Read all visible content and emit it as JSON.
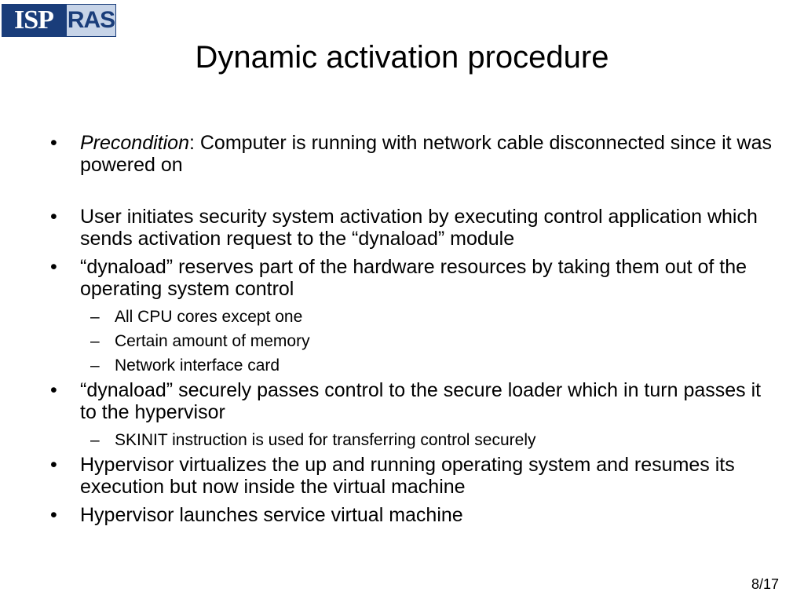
{
  "logo": {
    "left": "ISP",
    "right": "RAS"
  },
  "title": "Dynamic activation procedure",
  "bullets": [
    {
      "lead_italic": "Precondition",
      "text": ": Computer is running with network cable disconnected since it was powered on"
    },
    {
      "text": "User initiates security system activation by executing control application which sends activation request to the “dynaload” module"
    },
    {
      "text": "“dynaload” reserves part of the hardware resources by taking them out of the operating system control",
      "subs": [
        "All CPU cores except one",
        "Certain amount of memory",
        "Network interface card"
      ]
    },
    {
      "text": "“dynaload” securely passes control to the secure loader which in turn passes it to the hypervisor",
      "subs": [
        "SKINIT instruction is used for transferring control securely"
      ]
    },
    {
      "text": "Hypervisor virtualizes the up and running operating system and resumes its execution but now inside the virtual machine"
    },
    {
      "text": "Hypervisor launches service virtual machine"
    }
  ],
  "page_number": "8/17",
  "colors": {
    "logo_dark": "#1a3d7a",
    "logo_light": "#c7d4e8"
  }
}
